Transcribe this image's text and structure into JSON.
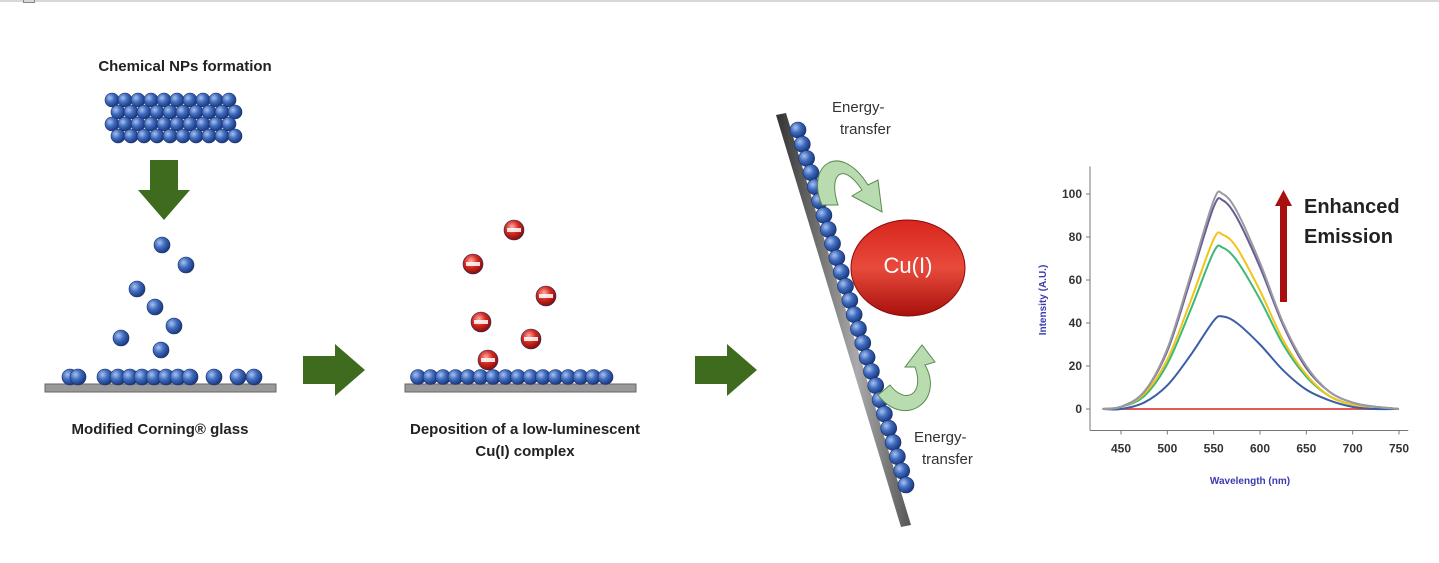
{
  "steps": {
    "step1_title": "Chemical NPs formation",
    "step1_caption": "Modified Corning® glass",
    "step2_caption_line1": "Deposition of a low-luminescent",
    "step2_caption_line2": "Cu(I) complex",
    "complex_label": "Cu(I)",
    "energy_transfer_top": [
      "Energy-",
      "transfer"
    ],
    "energy_transfer_bottom": [
      "Energy-",
      "transfer"
    ],
    "annotation": [
      "Enhanced",
      "Emission"
    ]
  },
  "colors": {
    "arrow_green": "#3f6b1f",
    "np_blue": "#3a64b8",
    "complex_red": "#cc1f1a",
    "axis_label": "#3b3bb0",
    "enhance_arrow": "#a80f0f"
  },
  "chart_data": {
    "type": "line",
    "title": "",
    "xlabel": "Wavelength (nm)",
    "ylabel": "Intensity (A.U.)",
    "xlim": [
      430,
      760
    ],
    "ylim": [
      -10,
      110
    ],
    "xticks": [
      450,
      500,
      550,
      600,
      650,
      700,
      750
    ],
    "yticks": [
      0,
      20,
      40,
      60,
      80,
      100
    ],
    "grid": false,
    "x": [
      430,
      450,
      475,
      500,
      525,
      550,
      560,
      575,
      600,
      625,
      650,
      675,
      700,
      725,
      750
    ],
    "series": [
      {
        "name": "gray",
        "color": "#9a9aa2",
        "values": [
          0,
          1,
          8,
          28,
          62,
          97,
          100,
          92,
          68,
          40,
          20,
          8,
          3,
          1,
          0
        ]
      },
      {
        "name": "purple",
        "color": "#6b5b95",
        "values": [
          0,
          1,
          8,
          27,
          60,
          94,
          97,
          89,
          66,
          39,
          19,
          8,
          3,
          1,
          0
        ]
      },
      {
        "name": "yellow",
        "color": "#f0c419",
        "values": [
          0,
          1,
          7,
          23,
          50,
          79,
          81,
          75,
          55,
          32,
          16,
          6,
          2,
          1,
          0
        ]
      },
      {
        "name": "green",
        "color": "#3cb878",
        "values": [
          0,
          1,
          6,
          21,
          46,
          73,
          75,
          69,
          51,
          30,
          15,
          6,
          2,
          1,
          0
        ]
      },
      {
        "name": "blue",
        "color": "#3a5ea8",
        "values": [
          0,
          0,
          3,
          11,
          25,
          41,
          43,
          40,
          30,
          18,
          9,
          4,
          1,
          0,
          0
        ]
      },
      {
        "name": "red",
        "color": "#e05a5a",
        "values": [
          0,
          0,
          0,
          0,
          0,
          0,
          0,
          0,
          0,
          0,
          0,
          0,
          0,
          0,
          0
        ]
      }
    ]
  }
}
